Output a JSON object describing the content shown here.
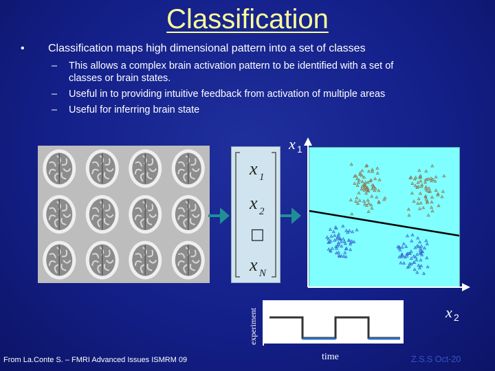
{
  "title": "Classification",
  "bullet": {
    "marker": "•",
    "text": "Classification maps high dimensional pattern into a set of classes"
  },
  "sub_bullets": [
    {
      "dash": "–",
      "lines": [
        "This allows a complex brain activation pattern to be identified with a set of",
        "classes or brain states."
      ]
    },
    {
      "dash": "–",
      "lines": [
        "Useful in to providing intuitive feedback from activation of multiple areas"
      ]
    },
    {
      "dash": "–",
      "lines": [
        "Useful for inferring brain state"
      ]
    }
  ],
  "vector": {
    "entries": [
      {
        "sym": "x",
        "sub": "1"
      },
      {
        "sym": "x",
        "sub": "2"
      },
      {
        "sym": "□",
        "sub": ""
      },
      {
        "sym": "x",
        "sub": "N"
      }
    ]
  },
  "axes": {
    "x1": {
      "sym": "x",
      "sub": "1"
    },
    "x2": {
      "sym": "x",
      "sub": "2"
    },
    "time": "time",
    "experiment": "experiment"
  },
  "footer": {
    "source": "From La.Conte S. – FMRI Advanced Issues ISMRM 09",
    "author_date": "Z.S.S Oct-20"
  },
  "colors": {
    "background": "#14208a",
    "title": "#ffff99",
    "plot_bg": "#7fffff",
    "class_a_points": "#8a7a5a",
    "class_b_points": "#3a6ad0",
    "arrow": "#1f8f95",
    "timecourse_high": "#333333",
    "timecourse_low": "#2a72c8"
  }
}
